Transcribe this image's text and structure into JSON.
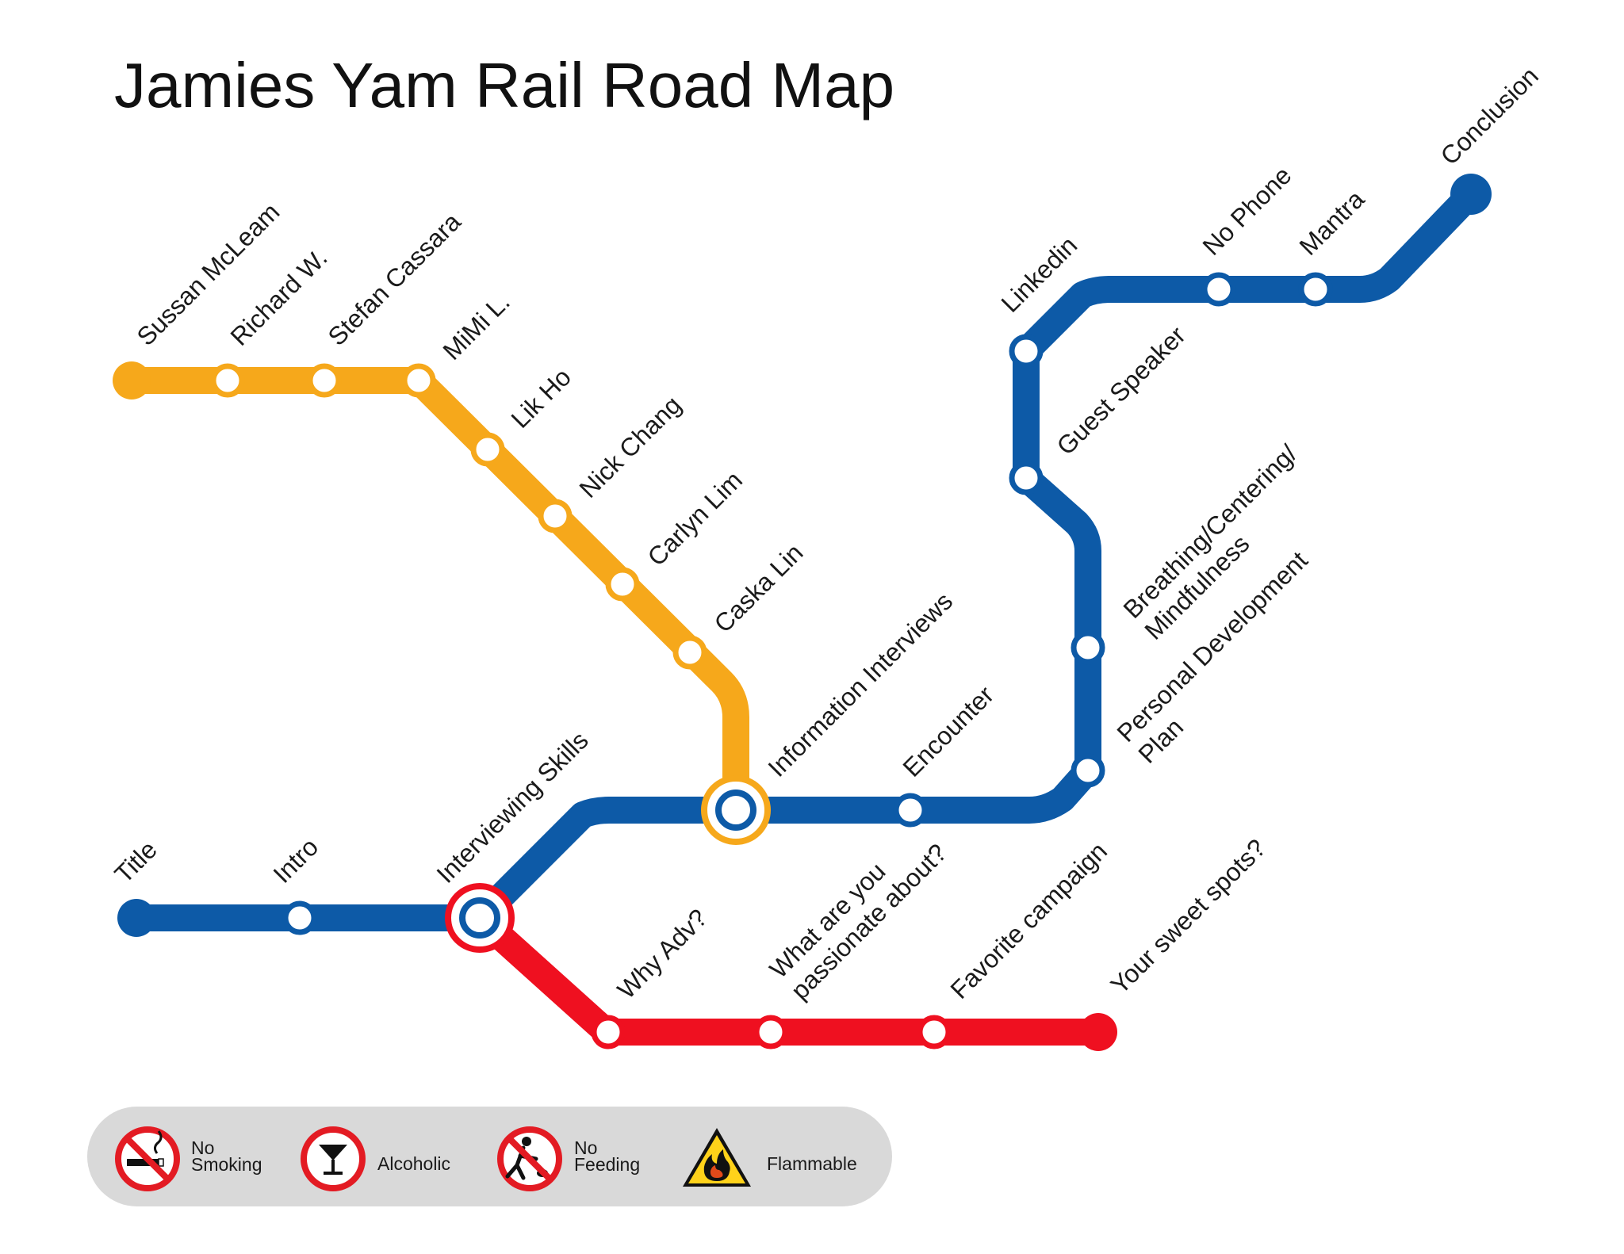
{
  "title": "Jamies Yam Rail Road Map",
  "colors": {
    "blue_line": "#0d5aa7",
    "orange_line": "#f6a81b",
    "red_line": "#ef1020",
    "station_fill": "#ffffff",
    "legend_bg": "#d9d9d9",
    "sign_red": "#e31b23"
  },
  "lines": {
    "blue_main": {
      "stations": {
        "title": "Title",
        "intro": "Intro",
        "interviewing_skills": "Interviewing Skills",
        "information_interviews": "Information Interviews",
        "encounter": "Encounter",
        "personal_development": [
          "Personal Development",
          "Plan"
        ],
        "breathing": [
          "Breathing/Centering/",
          "Mindfulness"
        ],
        "guest_speaker": "Guest Speaker",
        "linkedin": "Linkedin",
        "no_phone": "No Phone",
        "mantra": "Mantra",
        "conclusion": "Conclusion"
      }
    },
    "orange": {
      "stations": {
        "sussan": "Sussan McLeam",
        "richard": "Richard W.",
        "stefan": "Stefan Cassara",
        "mimi": "MiMi L.",
        "lik_ho": "Lik Ho",
        "nick_chang": "Nick Chang",
        "carlyn_lim": "Carlyn Lim",
        "caska_lin": "Caska Lin"
      }
    },
    "red": {
      "stations": {
        "why_adv": "Why Adv?",
        "passionate": [
          "What are you",
          "passionate about?"
        ],
        "favorite_campaign": "Favorite campaign",
        "sweet_spots": "Your sweet spots?"
      }
    }
  },
  "legend": {
    "no_smoking": {
      "label": [
        "No",
        "Smoking"
      ],
      "icon": "no-smoking-icon"
    },
    "alcoholic": {
      "label": "Alcoholic",
      "icon": "alcoholic-icon"
    },
    "no_feeding": {
      "label": [
        "No",
        "Feeding"
      ],
      "icon": "no-feeding-icon"
    },
    "flammable": {
      "label": "Flammable",
      "icon": "flammable-icon"
    }
  }
}
